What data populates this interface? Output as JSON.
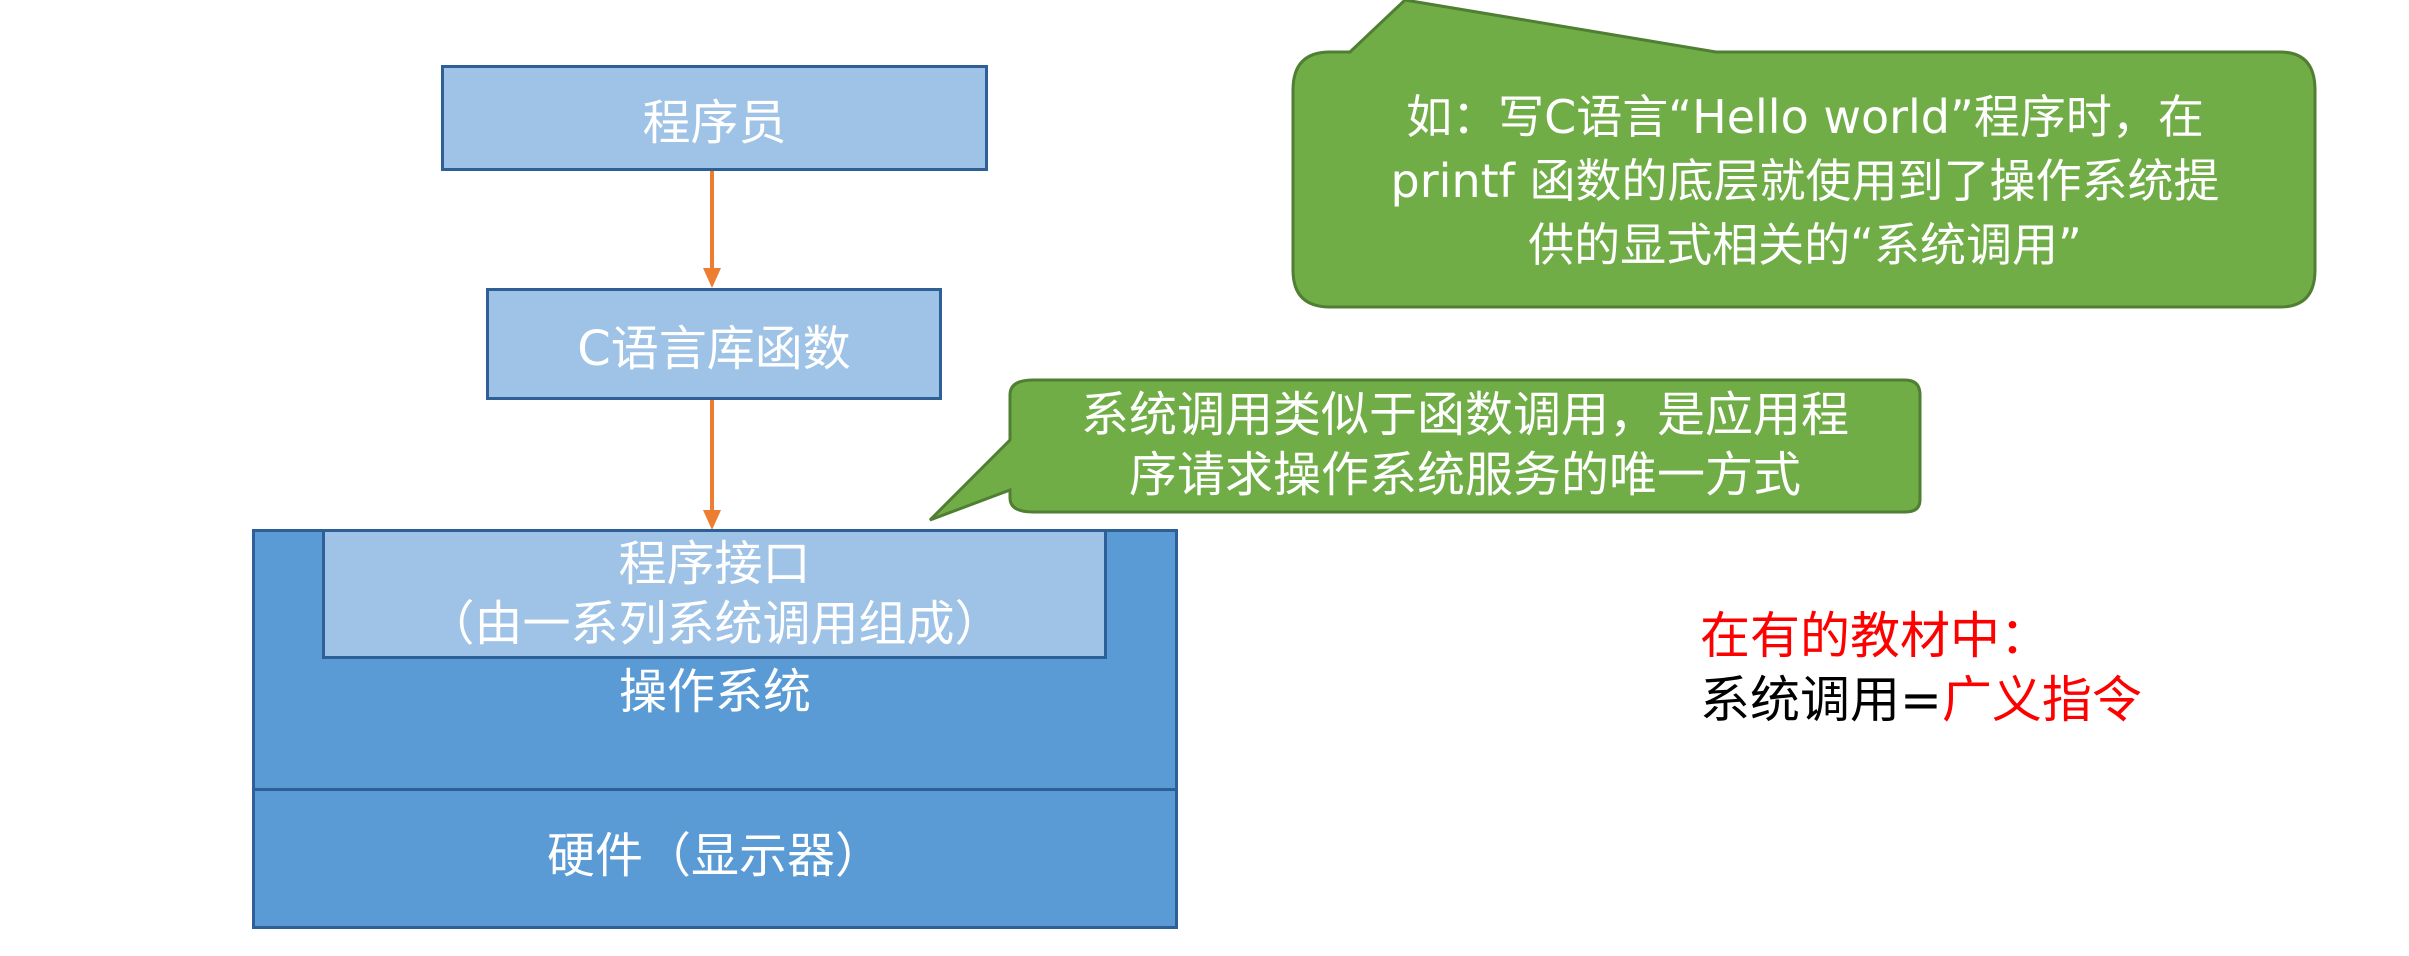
{
  "diagram": {
    "programmer": "程序员",
    "c_library": "C语言库函数",
    "program_interface_line1": "程序接口",
    "program_interface_line2": "（由一系列系统调用组成）",
    "os": "操作系统",
    "hardware": "硬件（显示器）"
  },
  "callouts": {
    "top": {
      "line1": "如：写C语言“Hello world”程序时，在",
      "line2": "printf 函数的底层就使用到了操作系统提",
      "line3": "供的显式相关的“系统调用”"
    },
    "middle": {
      "line1": "系统调用类似于函数调用，是应用程",
      "line2": "序请求操作系统服务的唯一方式"
    }
  },
  "note": {
    "line1": "在有的教材中：",
    "line2_prefix": "系统调用=",
    "line2_highlight": "广义指令"
  },
  "colors": {
    "box_fill": "#9fc3e6",
    "box_border": "#2e5f96",
    "os_fill": "#5b9bd5",
    "arrow": "#ed7d31",
    "callout_fill": "#70ad47",
    "callout_border": "#507e32",
    "note_red": "#ff0000",
    "note_black": "#000000"
  }
}
